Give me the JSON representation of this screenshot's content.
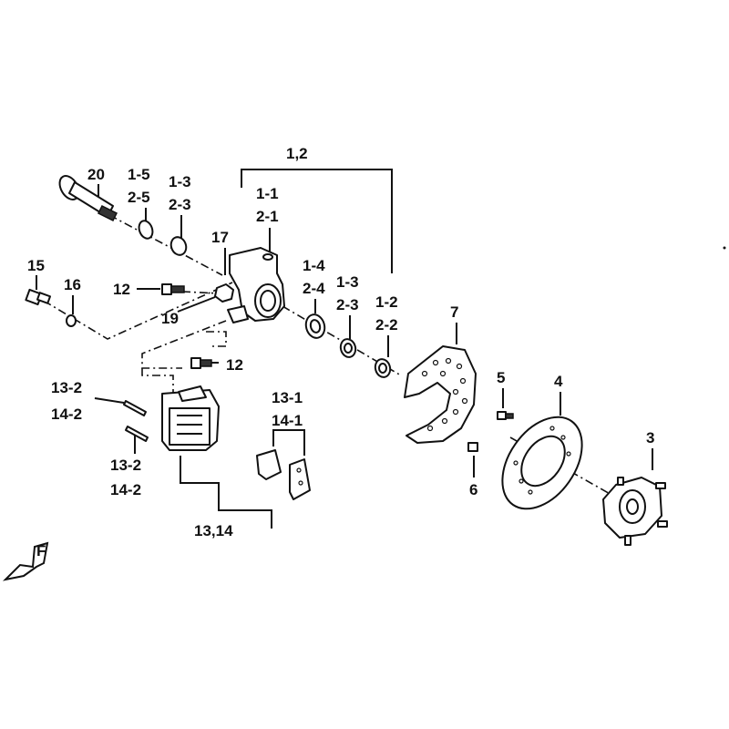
{
  "callouts": {
    "c_1_2_top": "1,2",
    "c_1_1": "1-1",
    "c_2_1": "2-1",
    "c_20": "20",
    "c_1_5": "1-5",
    "c_2_5": "2-5",
    "c_1_3_a": "1-3",
    "c_2_3_a": "2-3",
    "c_17": "17",
    "c_15": "15",
    "c_16": "16",
    "c_12_a": "12",
    "c_19": "19",
    "c_1_4": "1-4",
    "c_2_4": "2-4",
    "c_1_3_b": "1-3",
    "c_2_3_b": "2-3",
    "c_1_2": "1-2",
    "c_2_2": "2-2",
    "c_7": "7",
    "c_12_b": "12",
    "c_5": "5",
    "c_4": "4",
    "c_13_2_a": "13-2",
    "c_14_2_a": "14-2",
    "c_13_1": "13-1",
    "c_14_1": "14-1",
    "c_13_2_b": "13-2",
    "c_14_2_b": "14-2",
    "c_3": "3",
    "c_6": "6",
    "c_13_14": "13,14"
  },
  "front_marker": "F"
}
